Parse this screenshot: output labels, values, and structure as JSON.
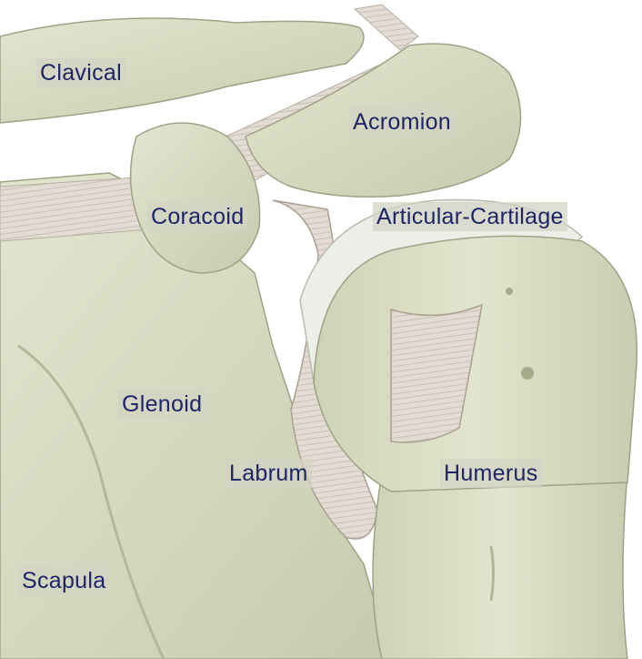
{
  "labels": {
    "clavical": "Clavical",
    "acromion": "Acromion",
    "coracoid": "Coracoid",
    "articular_cartilage": "Articular-Cartilage",
    "glenoid": "Glenoid",
    "labrum": "Labrum",
    "humerus": "Humerus",
    "scapula": "Scapula"
  },
  "colors": {
    "bone": "#dcdfc6",
    "bone_shadow": "#b9bd9f",
    "ligament": "#d9d2c9",
    "cartilage": "#e6e8e2",
    "label_text": "#1e2466"
  }
}
